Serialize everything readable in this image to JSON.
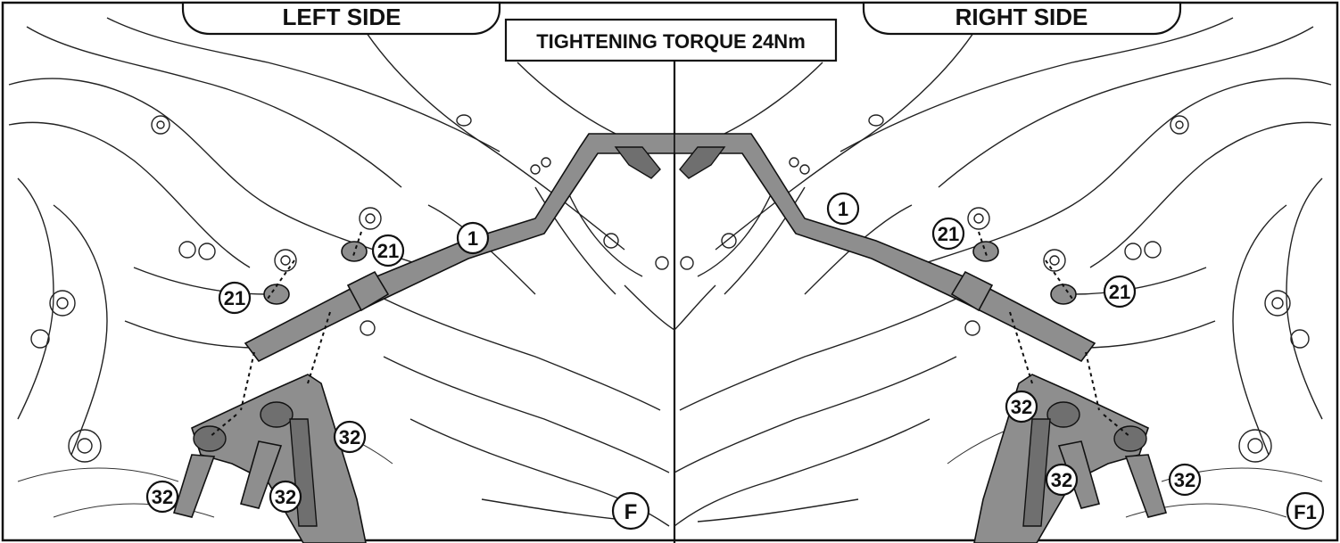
{
  "left_panel": {
    "title": "LEFT SIDE",
    "figure_label": "F"
  },
  "right_panel": {
    "title": "RIGHT SIDE",
    "figure_label": "F1"
  },
  "torque_label": "TIGHTENING TORQUE 24Nm",
  "callouts": {
    "left": [
      "1",
      "21",
      "21",
      "32",
      "32",
      "32"
    ],
    "right": [
      "1",
      "21",
      "21",
      "32",
      "32",
      "32"
    ]
  }
}
